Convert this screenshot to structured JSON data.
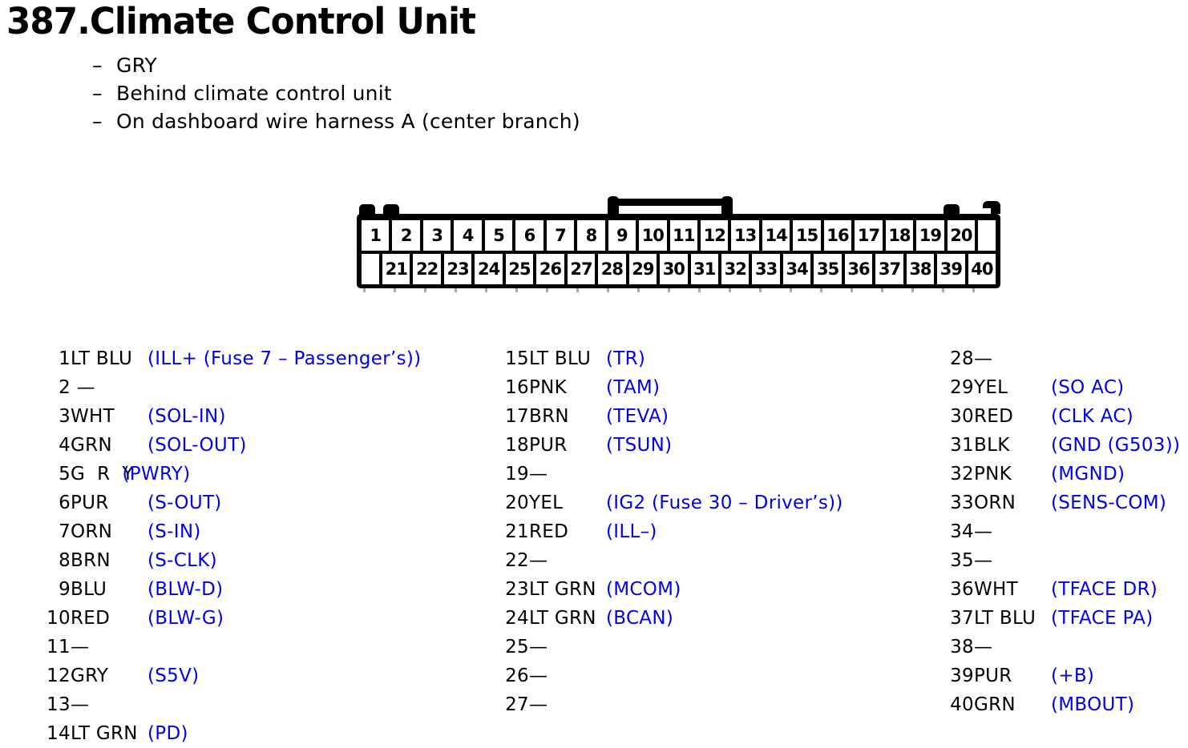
{
  "title": "387.Climate Control Unit",
  "bullet_dash": "–",
  "bullets": [
    "GRY",
    "Behind climate control unit",
    "On dashboard wire harness A (center branch)"
  ],
  "connector": {
    "top_pins": [
      "1",
      "2",
      "3",
      "4",
      "5",
      "6",
      "7",
      "8",
      "9",
      "10",
      "11",
      "12",
      "13",
      "14",
      "15",
      "16",
      "17",
      "18",
      "19",
      "20"
    ],
    "bottom_pins": [
      "21",
      "22",
      "23",
      "24",
      "25",
      "26",
      "27",
      "28",
      "29",
      "30",
      "31",
      "32",
      "33",
      "34",
      "35",
      "36",
      "37",
      "38",
      "39",
      "40"
    ]
  },
  "pin_columns": [
    {
      "pins": [
        {
          "num": "1",
          "wire": "LT BLU",
          "fn": "(ILL+ (Fuse 7 – Passenger’s))"
        },
        {
          "num": "2",
          "wire": " —",
          "fn": ""
        },
        {
          "num": "3",
          "wire": "WHT",
          "fn": "(SOL-IN)"
        },
        {
          "num": "4",
          "wire": "GRN",
          "fn": "(SOL-OUT)"
        },
        {
          "num": "5",
          "wire": "G R Y",
          "fn": "(PWRY)",
          "overlap": true
        },
        {
          "num": "6",
          "wire": "PUR",
          "fn": "(S-OUT)"
        },
        {
          "num": "7",
          "wire": "ORN",
          "fn": "(S-IN)"
        },
        {
          "num": "8",
          "wire": "BRN",
          "fn": "(S-CLK)"
        },
        {
          "num": "9",
          "wire": "BLU",
          "fn": "(BLW-D)"
        },
        {
          "num": "10",
          "wire": "RED",
          "fn": "(BLW-G)"
        },
        {
          "num": "11",
          "wire": "—",
          "fn": ""
        },
        {
          "num": "12",
          "wire": "GRY",
          "fn": "(S5V)"
        },
        {
          "num": "13",
          "wire": "—",
          "fn": ""
        },
        {
          "num": "14",
          "wire": "LT GRN",
          "fn": "(PD)"
        }
      ]
    },
    {
      "pins": [
        {
          "num": "15",
          "wire": "LT BLU",
          "fn": "(TR)"
        },
        {
          "num": "16",
          "wire": "PNK",
          "fn": "(TAM)"
        },
        {
          "num": "17",
          "wire": "BRN",
          "fn": "(TEVA)"
        },
        {
          "num": "18",
          "wire": "PUR",
          "fn": "(TSUN)"
        },
        {
          "num": "19",
          "wire": "—",
          "fn": ""
        },
        {
          "num": "20",
          "wire": "YEL",
          "fn": "(IG2 (Fuse 30 – Driver’s))"
        },
        {
          "num": "21",
          "wire": "RED",
          "fn": "(ILL–)"
        },
        {
          "num": "22",
          "wire": "—",
          "fn": ""
        },
        {
          "num": "23",
          "wire": "LT GRN",
          "fn": "(MCOM)"
        },
        {
          "num": "24",
          "wire": "LT GRN",
          "fn": "(BCAN)"
        },
        {
          "num": "25",
          "wire": "—",
          "fn": ""
        },
        {
          "num": "26",
          "wire": "—",
          "fn": ""
        },
        {
          "num": "27",
          "wire": "—",
          "fn": ""
        }
      ]
    },
    {
      "pins": [
        {
          "num": "28",
          "wire": "—",
          "fn": ""
        },
        {
          "num": "29",
          "wire": "YEL",
          "fn": "(SO AC)"
        },
        {
          "num": "30",
          "wire": "RED",
          "fn": "(CLK AC)"
        },
        {
          "num": "31",
          "wire": "BLK",
          "fn": "(GND (G503))"
        },
        {
          "num": "32",
          "wire": "PNK",
          "fn": "(MGND)"
        },
        {
          "num": "33",
          "wire": "ORN",
          "fn": "(SENS-COM)"
        },
        {
          "num": "34",
          "wire": "—",
          "fn": ""
        },
        {
          "num": "35",
          "wire": "—",
          "fn": ""
        },
        {
          "num": "36",
          "wire": "WHT",
          "fn": "(TFACE DR)"
        },
        {
          "num": "37",
          "wire": "LT BLU",
          "fn": "(TFACE PA)"
        },
        {
          "num": "38",
          "wire": "—",
          "fn": ""
        },
        {
          "num": "39",
          "wire": "PUR",
          "fn": "(+B)"
        },
        {
          "num": "40",
          "wire": "GRN",
          "fn": "(MBOUT)"
        }
      ]
    }
  ],
  "colors": {
    "signal_blue": "#0000EE",
    "text_black": "#000000",
    "background": "#FFFFFF"
  }
}
